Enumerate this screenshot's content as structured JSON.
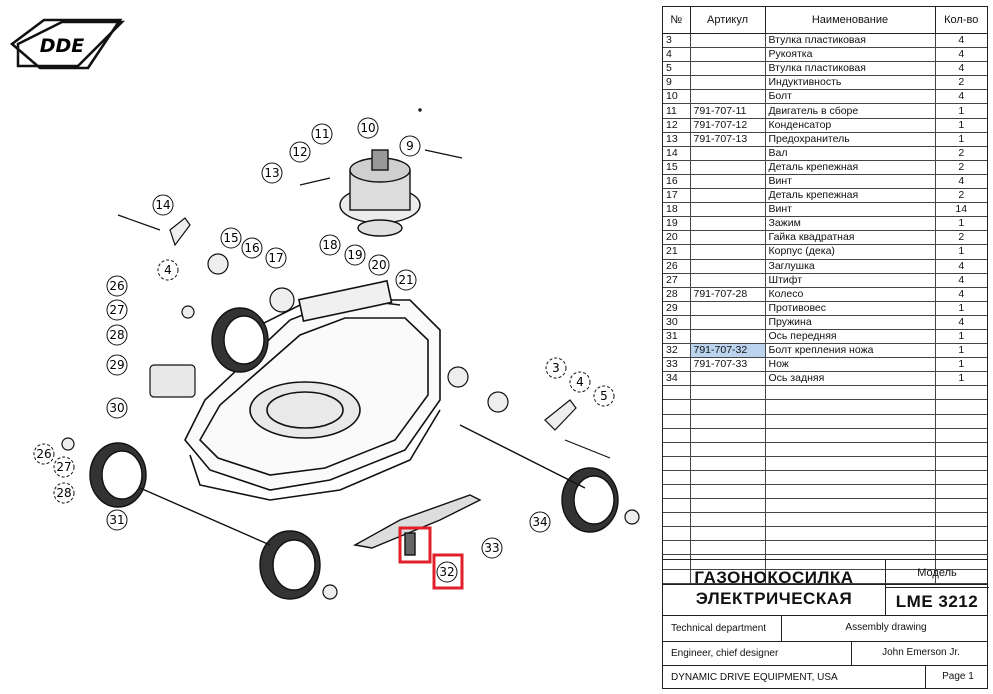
{
  "logo": "DDE",
  "table": {
    "headers": {
      "num": "№",
      "article": "Артикул",
      "name": "Наименование",
      "qty": "Кол-во"
    },
    "rows": [
      {
        "n": "3",
        "a": "",
        "name": "Втулка пластиковая",
        "q": "4"
      },
      {
        "n": "4",
        "a": "",
        "name": "Рукоятка",
        "q": "4"
      },
      {
        "n": "5",
        "a": "",
        "name": "Втулка пластиковая",
        "q": "4"
      },
      {
        "n": "9",
        "a": "",
        "name": "Индуктивность",
        "q": "2"
      },
      {
        "n": "10",
        "a": "",
        "name": "Болт",
        "q": "4"
      },
      {
        "n": "11",
        "a": "791-707-11",
        "name": "Двигатель в сборе",
        "q": "1"
      },
      {
        "n": "12",
        "a": "791-707-12",
        "name": "Конденсатор",
        "q": "1"
      },
      {
        "n": "13",
        "a": "791-707-13",
        "name": "Предохранитель",
        "q": "1"
      },
      {
        "n": "14",
        "a": "",
        "name": "Вал",
        "q": "2"
      },
      {
        "n": "15",
        "a": "",
        "name": "Деталь крепежная",
        "q": "2"
      },
      {
        "n": "16",
        "a": "",
        "name": "Винт",
        "q": "4"
      },
      {
        "n": "17",
        "a": "",
        "name": "Деталь крепежная",
        "q": "2"
      },
      {
        "n": "18",
        "a": "",
        "name": "Винт",
        "q": "14"
      },
      {
        "n": "19",
        "a": "",
        "name": "Зажим",
        "q": "1"
      },
      {
        "n": "20",
        "a": "",
        "name": "Гайка квадратная",
        "q": "2"
      },
      {
        "n": "21",
        "a": "",
        "name": "Корпус (дека)",
        "q": "1"
      },
      {
        "n": "26",
        "a": "",
        "name": "Заглушка",
        "q": "4"
      },
      {
        "n": "27",
        "a": "",
        "name": "Штифт",
        "q": "4"
      },
      {
        "n": "28",
        "a": "791-707-28",
        "name": "Колесо",
        "q": "4"
      },
      {
        "n": "29",
        "a": "",
        "name": "Противовес",
        "q": "1"
      },
      {
        "n": "30",
        "a": "",
        "name": "Пружина",
        "q": "4"
      },
      {
        "n": "31",
        "a": "",
        "name": "Ось передняя",
        "q": "1"
      },
      {
        "n": "32",
        "a": "791-707-32",
        "name": "Болт крепления ножа",
        "q": "1"
      },
      {
        "n": "33",
        "a": "791-707-33",
        "name": "Нож",
        "q": "1"
      },
      {
        "n": "34",
        "a": "",
        "name": "Ось задняя",
        "q": "1"
      }
    ],
    "empty_rows": 14
  },
  "title_block": {
    "product_line1": "ГАЗОНОКОСИЛКА",
    "product_line2": "ЭЛЕКТРИЧЕСКАЯ",
    "model_label": "Модель",
    "model": "LME 3212",
    "department": "Technical department",
    "drawing_type": "Assembly drawing",
    "role": "Engineer, chief designer",
    "engineer": "John Emerson Jr.",
    "company": "DYNAMIC DRIVE EQUIPMENT, USA",
    "page": "Page 1"
  },
  "callouts": [
    "4",
    "5",
    "3",
    "4",
    "9",
    "10",
    "11",
    "12",
    "13",
    "14",
    "15",
    "16",
    "17",
    "18",
    "19",
    "20",
    "21",
    "26",
    "27",
    "28",
    "29",
    "30",
    "26",
    "27",
    "28",
    "31",
    "32",
    "33",
    "34"
  ]
}
